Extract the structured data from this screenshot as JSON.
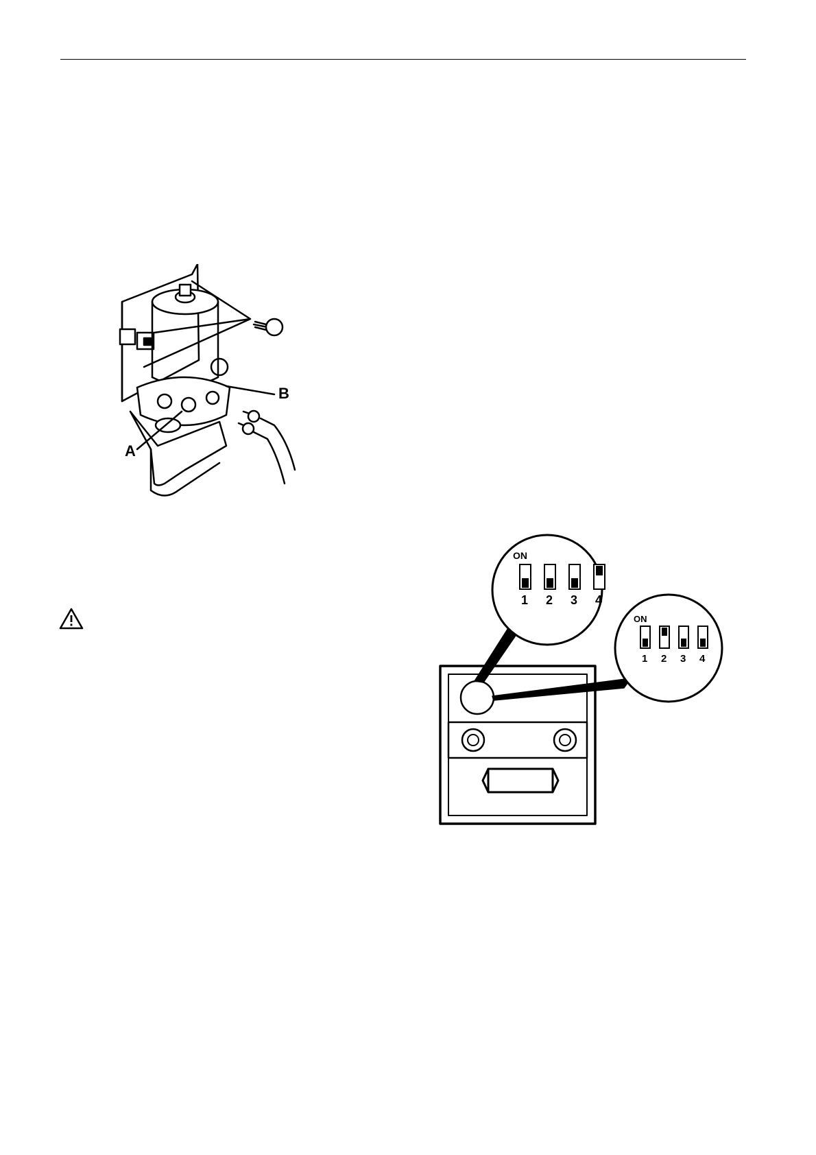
{
  "pump_figure": {
    "callout_a": "A",
    "callout_b": "B"
  },
  "dip_switch_figure": {
    "upper_detail": {
      "on_label": "ON",
      "switch_labels": [
        "1",
        "2",
        "3",
        "4"
      ]
    },
    "lower_detail": {
      "on_label": "ON",
      "switch_labels": [
        "1",
        "2",
        "3",
        "4"
      ]
    }
  },
  "icons": {
    "warning": "warning-triangle-icon"
  }
}
